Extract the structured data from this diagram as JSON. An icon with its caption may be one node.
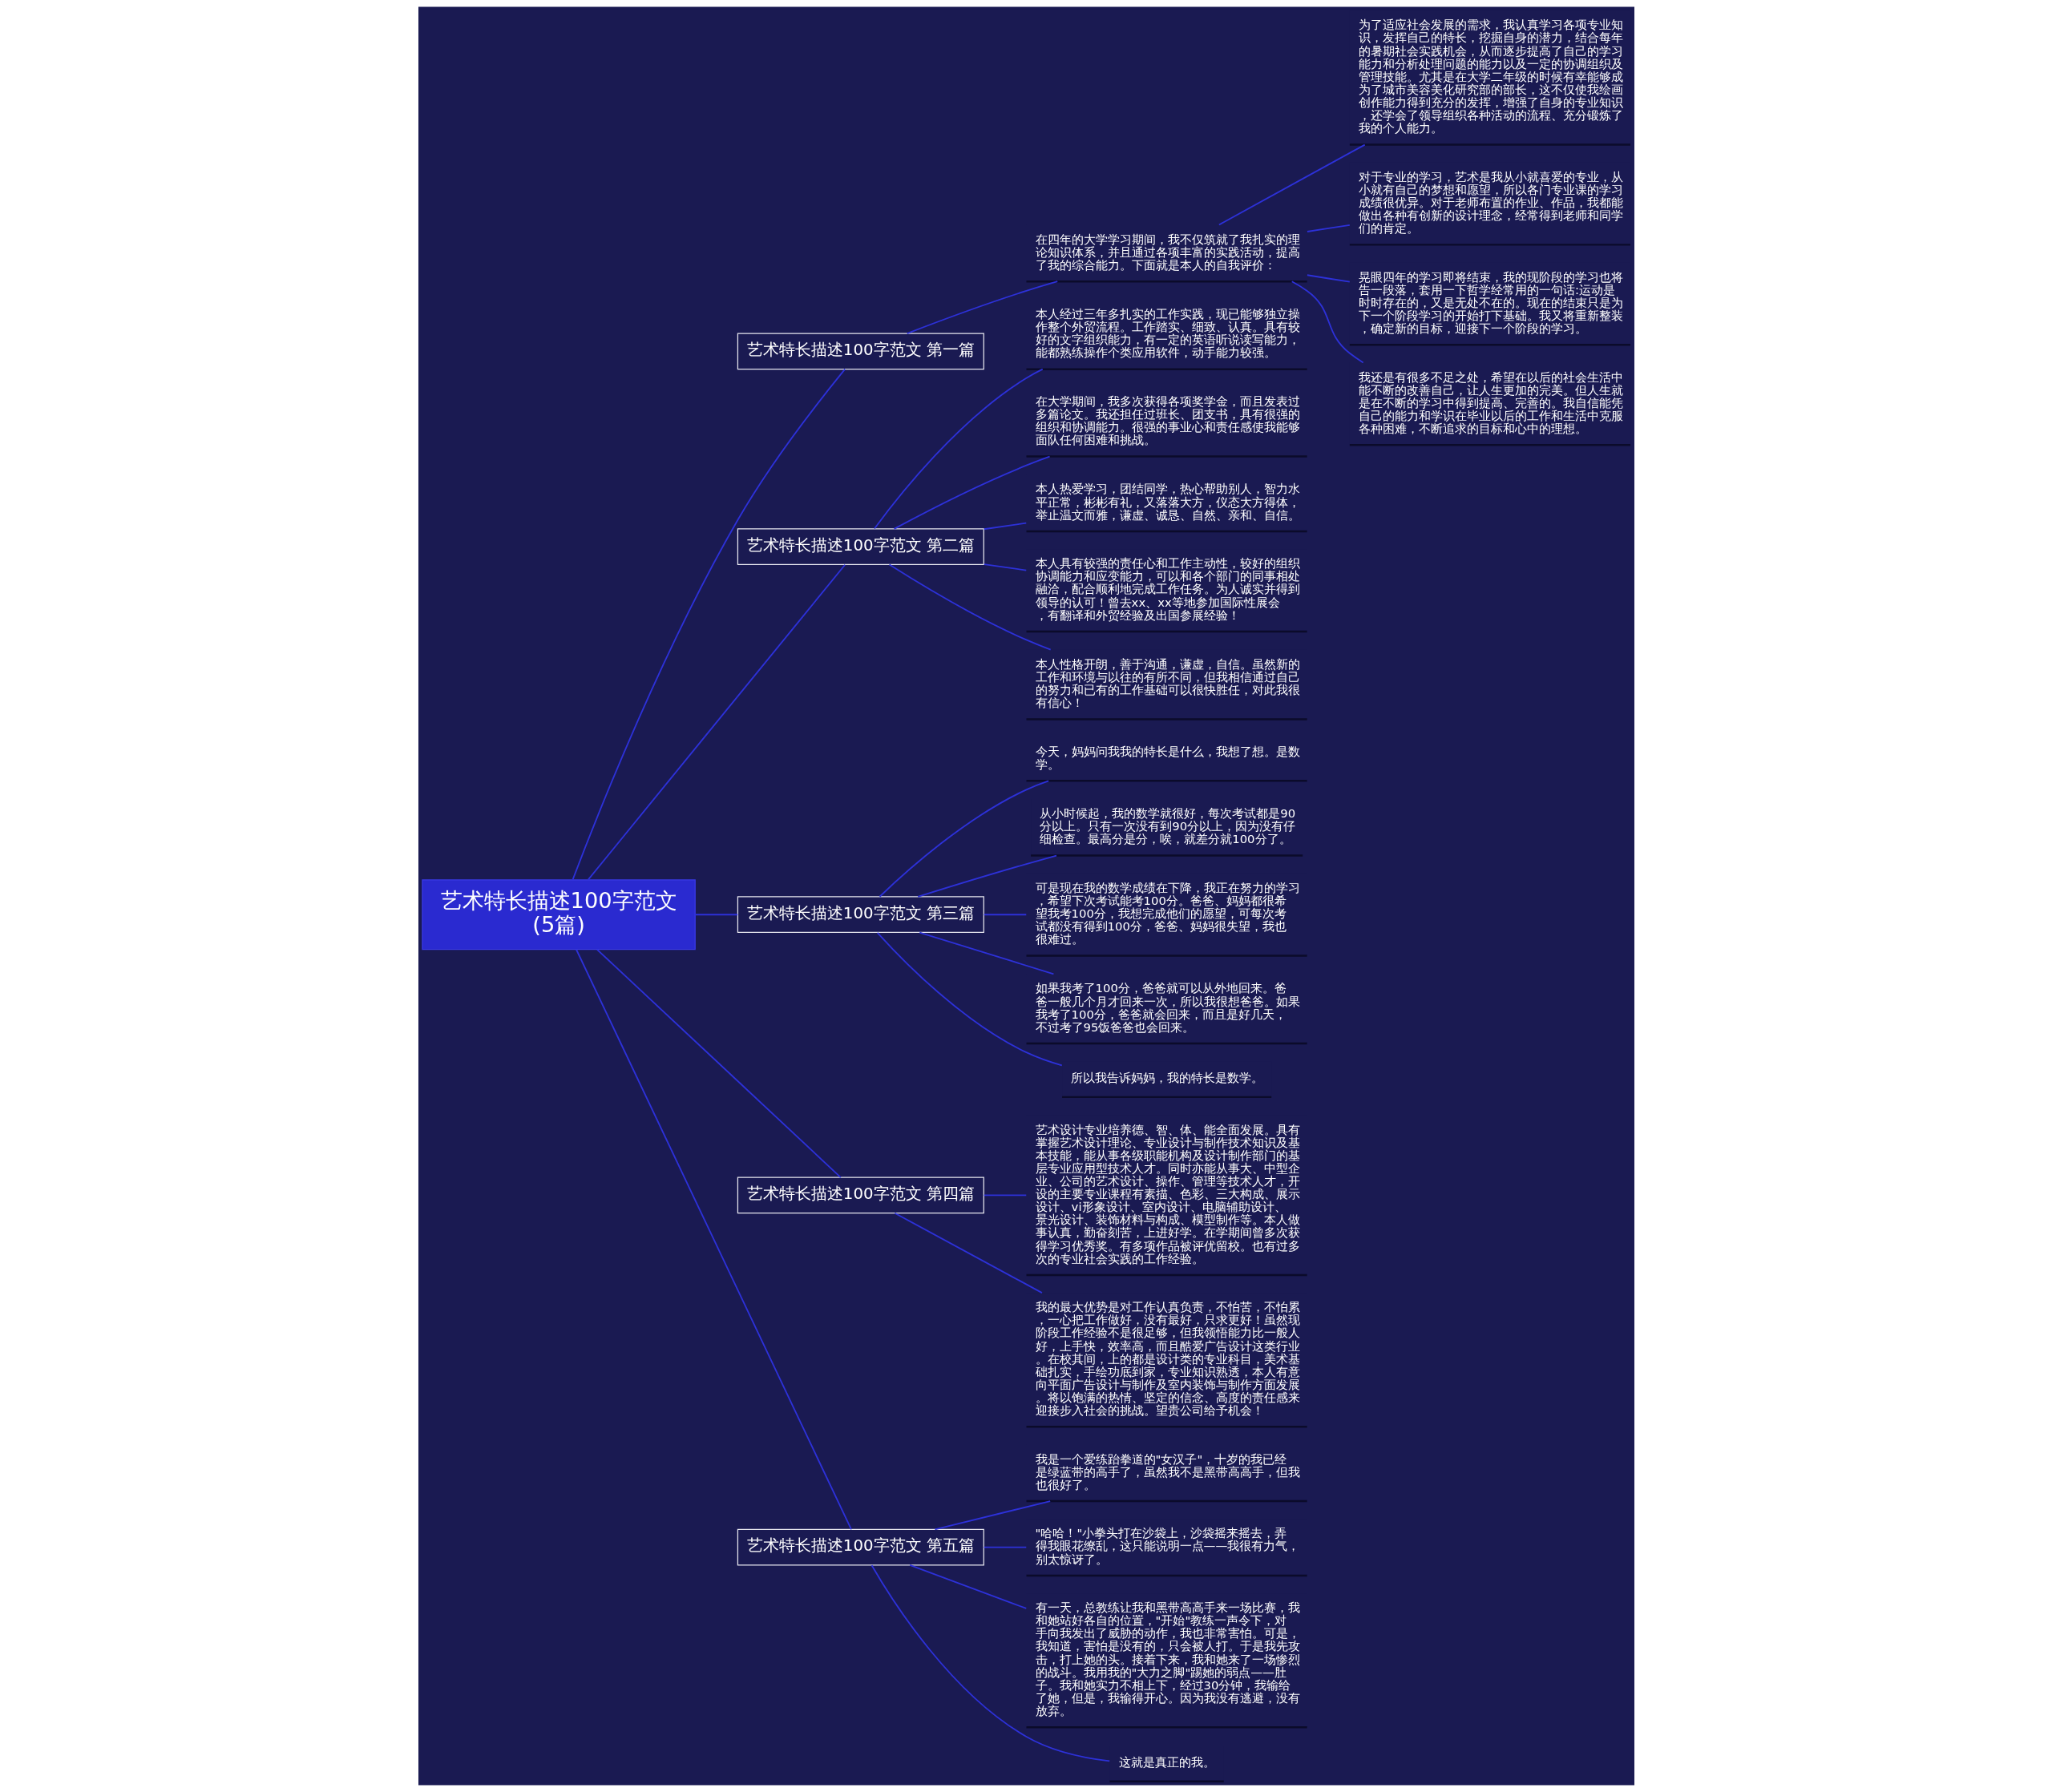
{
  "diagram": {
    "nodes": [
      {
        "text": [
          "艺术特长描述100字范文(5篇)"
        ]
      },
      {
        "text": [
          "艺术特长描述100字范文 第一篇"
        ]
      },
      {
        "text": [
          "在四年的大学学习期间，我不仅筑就了我扎实的理论知识体系，并且通过各项丰富的实践活动，提高了我的综合能力。下面就是本人的自我评价："
        ]
      },
      {
        "text": [
          "为了适应社会发展的需求，我认真学习各项专业知识，发挥自己的特长，挖掘自身的潜力，结合每年的暑期社会实践机会，从而逐步提高了自己的学习能力和分析处理问题的能力以及一定的协调组织及管理技能。尤其是在大学二年级的时候有幸能够成为了城市美容美化研究部的部长，这不仅使我绘画创作能力得到充分的发挥，增强了自身的专业知识，还学会了领导组织各种活动的流程、充分锻炼了我的个人能力。"
        ]
      },
      {
        "text": [
          "对于专业的学习，艺术是我从小就喜爱的专业，从小就有自己的梦想和愿望，所以各门专业课的学习成绩很优异。对于老师布置的作业、作品，我都能做出各种有创新的设计理念，经常得到老师和同学们的肯定。"
        ]
      },
      {
        "text": [
          "晃眼四年的学习即将结束，我的现阶段的学习也将告一段落，套用一下哲学经常用的一句话:运动是时时存在的，又是无处不在的。现在的结束只是为下一个阶段学习的开始打下基础。我又将重新整装，确定新的目标，迎接下一个阶段的学习。"
        ]
      },
      {
        "text": [
          "我还是有很多不足之处，希望在以后的社会生活中能不断的改善自己，让人生更加的完美。但人生就是在不断的学习中得到提高、完善的。我自信能凭自己的能力和学识在毕业以后的工作和生活中克服各种困难，不断追求的目标和心中的理想。"
        ]
      },
      {
        "text": [
          "艺术特长描述100字范文 第二篇"
        ]
      },
      {
        "text": [
          "本人经过三年多扎实的工作实践，现已能够独立操作整个外贸流程。工作踏实、细致、认真。具有较好的文字组织能力，有一定的英语听说读写能力，能都熟练操作个类应用软件，动手能力较强。"
        ]
      },
      {
        "text": [
          "在大学期间，我多次获得各项奖学金，而且发表过多篇论文。我还担任过班长、团支书，具有很强的组织和协调能力。很强的事业心和责任感使我能够面队任何困难和挑战。"
        ]
      },
      {
        "text": [
          "本人热爱学习，团结同学，热心帮助别人，智力水平正常，彬彬有礼，又落落大方，仪态大方得体，举止温文而雅，谦虚、诚恳、自然、亲和、自信。"
        ]
      },
      {
        "text": [
          "本人具有较强的责任心和工作主动性，较好的组织协调能力和应变能力，可以和各个部门的同事相处融洽，配合顺利地完成工作任务。为人诚实并得到领导的认可！曾去xx、xx等地参加国际性展会，有翻译和外贸经验及出国参展经验！"
        ]
      },
      {
        "text": [
          "本人性格开朗，善于沟通，谦虚，自信。虽然新的工作和环境与以往的有所不同，但我相信通过自己的努力和已有的工作基础可以很快胜任，对此我很有信心！"
        ]
      },
      {
        "text": [
          "艺术特长描述100字范文 第三篇"
        ]
      },
      {
        "text": [
          "今天，妈妈问我我的特长是什么，我想了想。是数学。"
        ]
      },
      {
        "text": [
          "从小时候起，我的数学就很好，每次考试都是90分以上。只有一次没有到90分以上，因为没有仔细检查。最高分是分，唉，就差分就100分了。"
        ]
      },
      {
        "text": [
          "可是现在我的数学成绩在下降，我正在努力的学习，希望下次考试能考100分。爸爸、妈妈都很希望我考100分，我想完成他们的愿望，可每次考试都没有得到100分，爸爸、妈妈很失望，我也很难过。"
        ]
      },
      {
        "text": [
          "如果我考了100分，爸爸就可以从外地回来。爸爸一般几个月才回来一次，所以我很想爸爸。如果我考了100分，爸爸就会回来，而且是好几天，不过考了95饭爸爸也会回来。"
        ]
      },
      {
        "text": [
          "所以我告诉妈妈，我的特长是数学。"
        ]
      },
      {
        "text": [
          "艺术特长描述100字范文 第四篇"
        ]
      },
      {
        "text": [
          "艺术设计专业培养德、智、体、能全面发展。具有掌握艺术设计理论、专业设计与制作技术知识及基本技能，能从事各级职能机构及设计制作部门的基层专业应用型技术人才。同时亦能从事大、中型企业、公司的艺术设计、操作、管理等技术人才，开设的主要专业课程有素描、色彩、三大构成、展示设计、vi形象设计、室内设计、电脑辅助设计、景光设计、装饰材料与构成、模型制作等。本人做事认真，勤奋刻苦，上进好学。在学期间曾多次获得学习优秀奖。有多项作品被评优留校。也有过多次的专业社会实践的工作经验。"
        ]
      },
      {
        "text": [
          "我的最大优势是对工作认真负责，不怕苦，不怕累，一心把工作做好，没有最好，只求更好！虽然现阶段工作经验不是很足够，但我领悟能力比一般人好，上手快，效率高，而且酷爱广告设计这类行业。在校其间，上的都是设计类的专业科目，美术基础扎实，手绘功底到家，专业知识熟透，本人有意向平面广告设计与制作及室内装饰与制作方面发展。将以饱满的热情、坚定的信念、高度的责任感来迎接步入社会的挑战。望贵公司给予机会！"
        ]
      },
      {
        "text": [
          "艺术特长描述100字范文 第五篇"
        ]
      },
      {
        "text": [
          "我是一个爱练跆拳道的\"女汉子\"，十岁的我已经是绿蓝带的高手了，虽然我不是黑带高高手，但我也很好了。"
        ]
      },
      {
        "text": [
          "\"哈哈！\"小拳头打在沙袋上，沙袋摇来摇去，弄得我眼花缭乱，这只能说明一点——我很有力气，别太惊讶了。"
        ]
      },
      {
        "text": [
          "有一天，总教练让我和黑带高高手来一场比赛，我和她站好各自的位置，\"开始\"教练一声令下，对手向我发出了威胁的动作，我也非常害怕。可是，我知道，害怕是没有的，只会被人打。于是我先攻击，打上她的头。接着下来，我和她来了一场惨烈的战斗。我用我的\"大力之脚\"踢她的弱点——肚子。我和她实力不相上下，经过30分钟，我输给了她，但是，我输得开心。因为我没有逃避，没有放弃。"
        ]
      },
      {
        "text": [
          "这就是真正的我。"
        ]
      }
    ],
    "edges": [
      {
        "from": 0,
        "to": 1,
        "arrow": "none"
      },
      {
        "from": 1,
        "to": 2,
        "arrow": "none"
      },
      {
        "from": 2,
        "to": 3,
        "arrow": "none"
      },
      {
        "from": 2,
        "to": 4,
        "arrow": "none"
      },
      {
        "from": 2,
        "to": 5,
        "arrow": "none"
      },
      {
        "from": 2,
        "to": 6,
        "arrow": "none"
      },
      {
        "from": 0,
        "to": 7,
        "arrow": "none"
      },
      {
        "from": 7,
        "to": 8,
        "arrow": "none"
      },
      {
        "from": 7,
        "to": 9,
        "arrow": "none"
      },
      {
        "from": 7,
        "to": 10,
        "arrow": "none"
      },
      {
        "from": 7,
        "to": 11,
        "arrow": "none"
      },
      {
        "from": 7,
        "to": 12,
        "arrow": "none"
      },
      {
        "from": 0,
        "to": 13,
        "arrow": "none"
      },
      {
        "from": 13,
        "to": 14,
        "arrow": "none"
      },
      {
        "from": 13,
        "to": 15,
        "arrow": "none"
      },
      {
        "from": 13,
        "to": 16,
        "arrow": "none"
      },
      {
        "from": 13,
        "to": 17,
        "arrow": "none"
      },
      {
        "from": 13,
        "to": 18,
        "arrow": "none"
      },
      {
        "from": 0,
        "to": 19,
        "arrow": "none"
      },
      {
        "from": 19,
        "to": 20,
        "arrow": "none"
      },
      {
        "from": 19,
        "to": 21,
        "arrow": "none"
      },
      {
        "from": 0,
        "to": 22,
        "arrow": "none"
      },
      {
        "from": 22,
        "to": 23,
        "arrow": "none"
      },
      {
        "from": 22,
        "to": 24,
        "arrow": "none"
      },
      {
        "from": 22,
        "to": 25,
        "arrow": "none"
      },
      {
        "from": 22,
        "to": 26,
        "arrow": "none"
      }
    ]
  }
}
